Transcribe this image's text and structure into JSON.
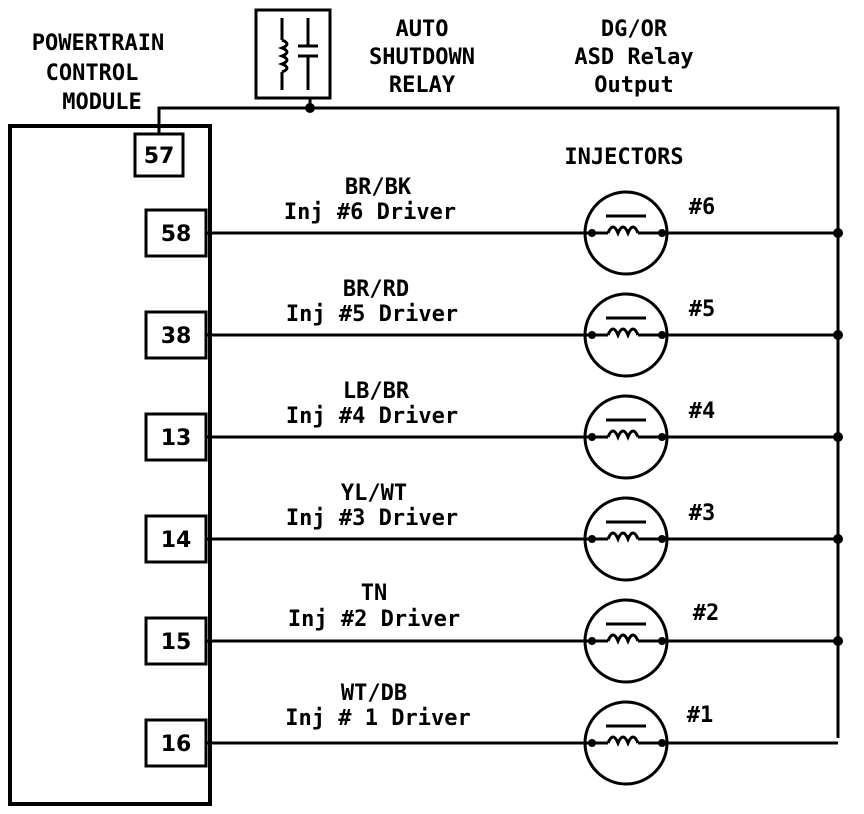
{
  "module": {
    "title_lines": [
      "POWERTRAIN",
      "CONTROL",
      "MODULE"
    ],
    "relay_pin": "57"
  },
  "relay": {
    "title_lines": [
      "AUTO",
      "SHUTDOWN",
      "RELAY"
    ],
    "output_lines": [
      "DG/OR",
      "ASD Relay",
      "Output"
    ]
  },
  "injectors_heading": "INJECTORS",
  "circuits": [
    {
      "pin": "58",
      "wire_color": "BR/BK",
      "driver": "Inj #6 Driver",
      "injector": "#6"
    },
    {
      "pin": "38",
      "wire_color": "BR/RD",
      "driver": "Inj #5 Driver",
      "injector": "#5"
    },
    {
      "pin": "13",
      "wire_color": "LB/BR",
      "driver": "Inj #4 Driver",
      "injector": "#4"
    },
    {
      "pin": "14",
      "wire_color": "YL/WT",
      "driver": "Inj #3 Driver",
      "injector": "#3"
    },
    {
      "pin": "15",
      "wire_color": "TN",
      "driver": "Inj #2 Driver",
      "injector": "#2"
    },
    {
      "pin": "16",
      "wire_color": "WT/DB",
      "driver": "Inj # 1 Driver",
      "injector": "#1"
    }
  ]
}
